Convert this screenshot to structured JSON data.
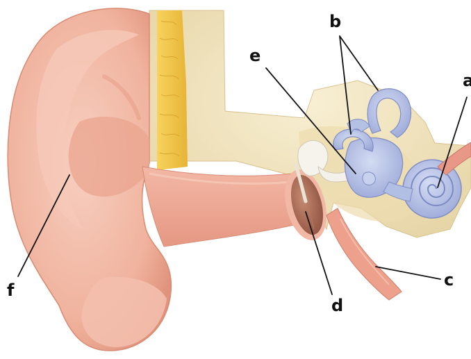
{
  "labels": {
    "a": "a",
    "b": "b",
    "c": "c",
    "d": "d",
    "e": "e",
    "f": "f"
  },
  "colors": {
    "background": "#ffffff",
    "skin": "#f1b9a4",
    "skin_shadow": "#e3967f",
    "canal": "#eba28f",
    "bone": "#f3e6c0",
    "bone_shadow": "#e2cf9c",
    "fat": "#f0c64a",
    "tympanic_membrane": "#a9684f",
    "inner_ear": "#b9c4e6",
    "inner_ear_shadow": "#8e9bcf",
    "ossicles": "#f4f1ea",
    "eustachian_tube": "#ea9f8d",
    "leader_line": "#111111"
  }
}
